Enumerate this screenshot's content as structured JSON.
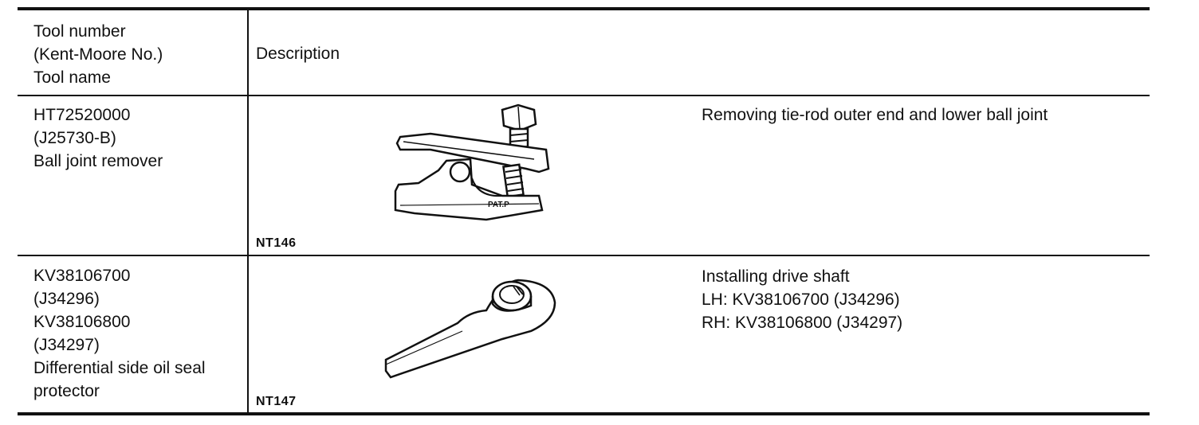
{
  "table": {
    "header": {
      "tool_lines": [
        "Tool number",
        "(Kent-Moore No.)",
        "Tool name"
      ],
      "description": "Description"
    },
    "rows": [
      {
        "tool_lines": [
          "HT72520000",
          "(J25730-B)",
          "Ball joint remover"
        ],
        "figure_code": "NT146",
        "figure_label": "PAT.P",
        "illustration_icon": "ball-joint-remover-icon",
        "description_lines": [
          "Removing tie-rod outer end and lower ball joint"
        ]
      },
      {
        "tool_lines": [
          "KV38106700",
          "(J34296)",
          "KV38106800",
          "(J34297)",
          "Differential side oil seal",
          "protector"
        ],
        "figure_code": "NT147",
        "illustration_icon": "oil-seal-protector-icon",
        "description_lines": [
          "Installing drive shaft",
          "LH: KV38106700 (J34296)",
          "RH: KV38106800 (J34297)"
        ]
      }
    ]
  }
}
